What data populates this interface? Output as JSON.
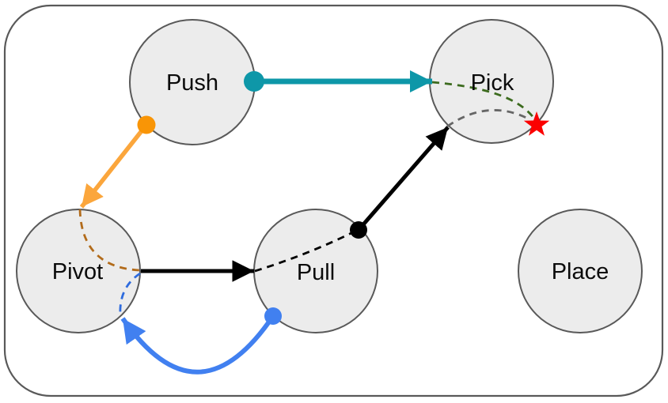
{
  "diagram": {
    "type": "state-transition-graph",
    "background": "#ffffff",
    "border_color": "#595959",
    "node_fill": "#ececec",
    "node_stroke": "#595959",
    "nodes": [
      {
        "id": "push",
        "label": "Push"
      },
      {
        "id": "pick",
        "label": "Pick"
      },
      {
        "id": "pivot",
        "label": "Pivot"
      },
      {
        "id": "pull",
        "label": "Pull"
      },
      {
        "id": "place",
        "label": "Place"
      }
    ],
    "edges": [
      {
        "from": "Push",
        "to": "Pick",
        "style": "solid",
        "color": "#0e97a8",
        "color_name": "teal",
        "start_marker": "dot",
        "end_marker": "arrow"
      },
      {
        "from": "Push",
        "to": "Pivot",
        "style": "solid",
        "color": "#fba63c",
        "color_name": "orange",
        "start_marker": "dot",
        "end_marker": "arrow"
      },
      {
        "from": "Pivot",
        "to": "Pull",
        "style": "solid",
        "color": "#000000",
        "color_name": "black",
        "start_marker": "none",
        "end_marker": "arrow"
      },
      {
        "from": "Pull",
        "to": "Pick",
        "style": "solid",
        "color": "#000000",
        "color_name": "black",
        "start_marker": "dot",
        "end_marker": "arrow"
      },
      {
        "from": "Pull",
        "to": "Pivot",
        "style": "solid-curved",
        "color": "#4180f0",
        "color_name": "blue",
        "start_marker": "dot",
        "end_marker": "arrow"
      },
      {
        "from": "Pick entry (teal arrow)",
        "to": "goal star",
        "style": "dashed",
        "color": "#3c6b1e",
        "color_name": "dark-green"
      },
      {
        "from": "Pick entry (black arrow)",
        "to": "goal star",
        "style": "dashed",
        "color": "#666666",
        "color_name": "gray"
      },
      {
        "from": "Pivot entry (orange arrow)",
        "to": "Pivot exit (black line)",
        "style": "dashed",
        "color": "#b26b1a",
        "color_name": "brown"
      },
      {
        "from": "Pivot exit (black line)",
        "to": "Pivot entry (blue arrow)",
        "style": "dashed",
        "color": "#2e6bde",
        "color_name": "blue"
      },
      {
        "from": "Pull entry (black arrow)",
        "to": "Pull exit (black dot)",
        "style": "dashed",
        "color": "#000000",
        "color_name": "black"
      }
    ],
    "goal_marker": {
      "name": "star",
      "shape": "5-point-star",
      "location": "Pick node, lower-right edge"
    }
  },
  "colors": {
    "teal": "#0e97a8",
    "orange_line": "#fba63c",
    "orange_dot": "#f99506",
    "black": "#000000",
    "blue_solid": "#4180f0",
    "blue_dashed": "#2e6bde",
    "green_dashed": "#3c6b1e",
    "gray_dashed": "#666666",
    "brown_dashed": "#b26b1a",
    "star_red": "#fb0000",
    "node_fill": "#ececec",
    "stroke_gray": "#595959"
  }
}
